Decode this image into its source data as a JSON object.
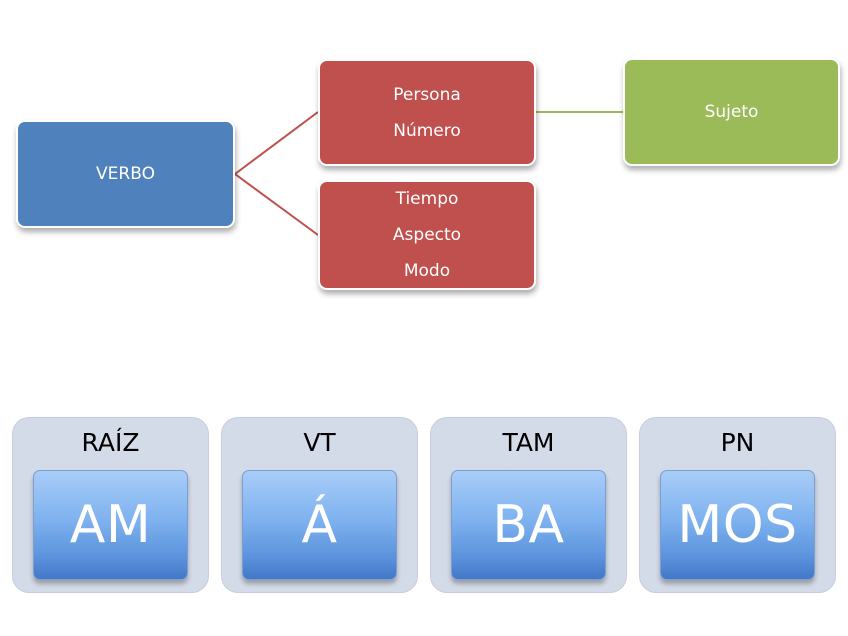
{
  "diagram": {
    "verbo": {
      "label": "VERBO",
      "color": "#4f81bd"
    },
    "persona_numero": {
      "lines": [
        "Persona",
        "Número"
      ],
      "color": "#c0504d"
    },
    "tiempo_aspecto_modo": {
      "lines": [
        "Tiempo",
        "Aspecto",
        "Modo"
      ],
      "color": "#c0504d"
    },
    "sujeto": {
      "label": "Sujeto",
      "color": "#9bbb59"
    },
    "connector_colors": {
      "red": "#c0504d",
      "green": "#9bbb59"
    }
  },
  "morphemes": [
    {
      "label": "RAÍZ",
      "value": "AM"
    },
    {
      "label": "VT",
      "value": "Á"
    },
    {
      "label": "TAM",
      "value": "BA"
    },
    {
      "label": "PN",
      "value": "MOS"
    }
  ]
}
